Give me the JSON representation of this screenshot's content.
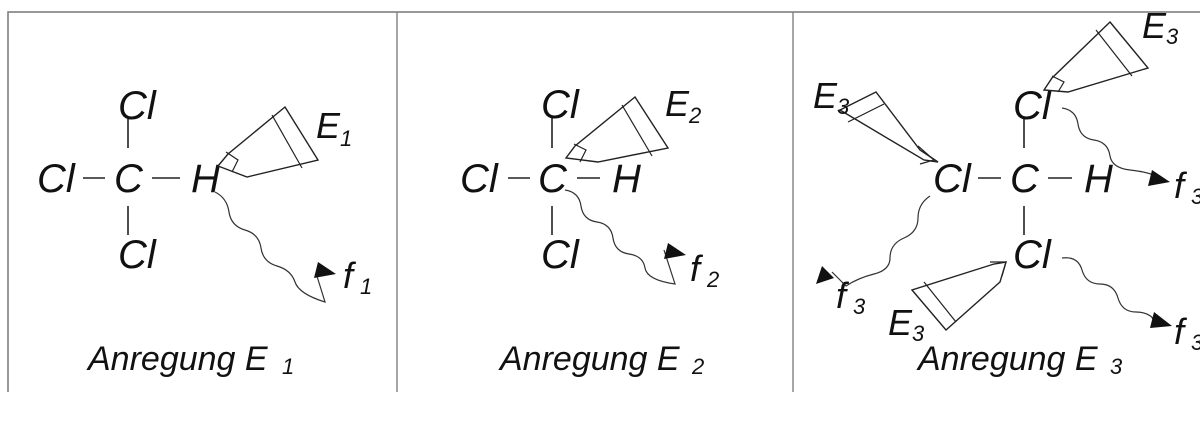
{
  "atoms": {
    "cl": "Cl",
    "c": "C",
    "h": "H"
  },
  "panels": [
    {
      "energy_label": "E",
      "energy_index": "1",
      "photon_label": "f",
      "photon_index": "1",
      "caption": "Anregung E",
      "caption_index": "1"
    },
    {
      "energy_label": "E",
      "energy_index": "2",
      "photon_label": "f",
      "photon_index": "2",
      "caption": "Anregung E",
      "caption_index": "2"
    },
    {
      "energy_label": "E",
      "energy_index": "3",
      "photon_label": "f",
      "photon_index": "3",
      "caption": "Anregung E",
      "caption_index": "3"
    }
  ]
}
